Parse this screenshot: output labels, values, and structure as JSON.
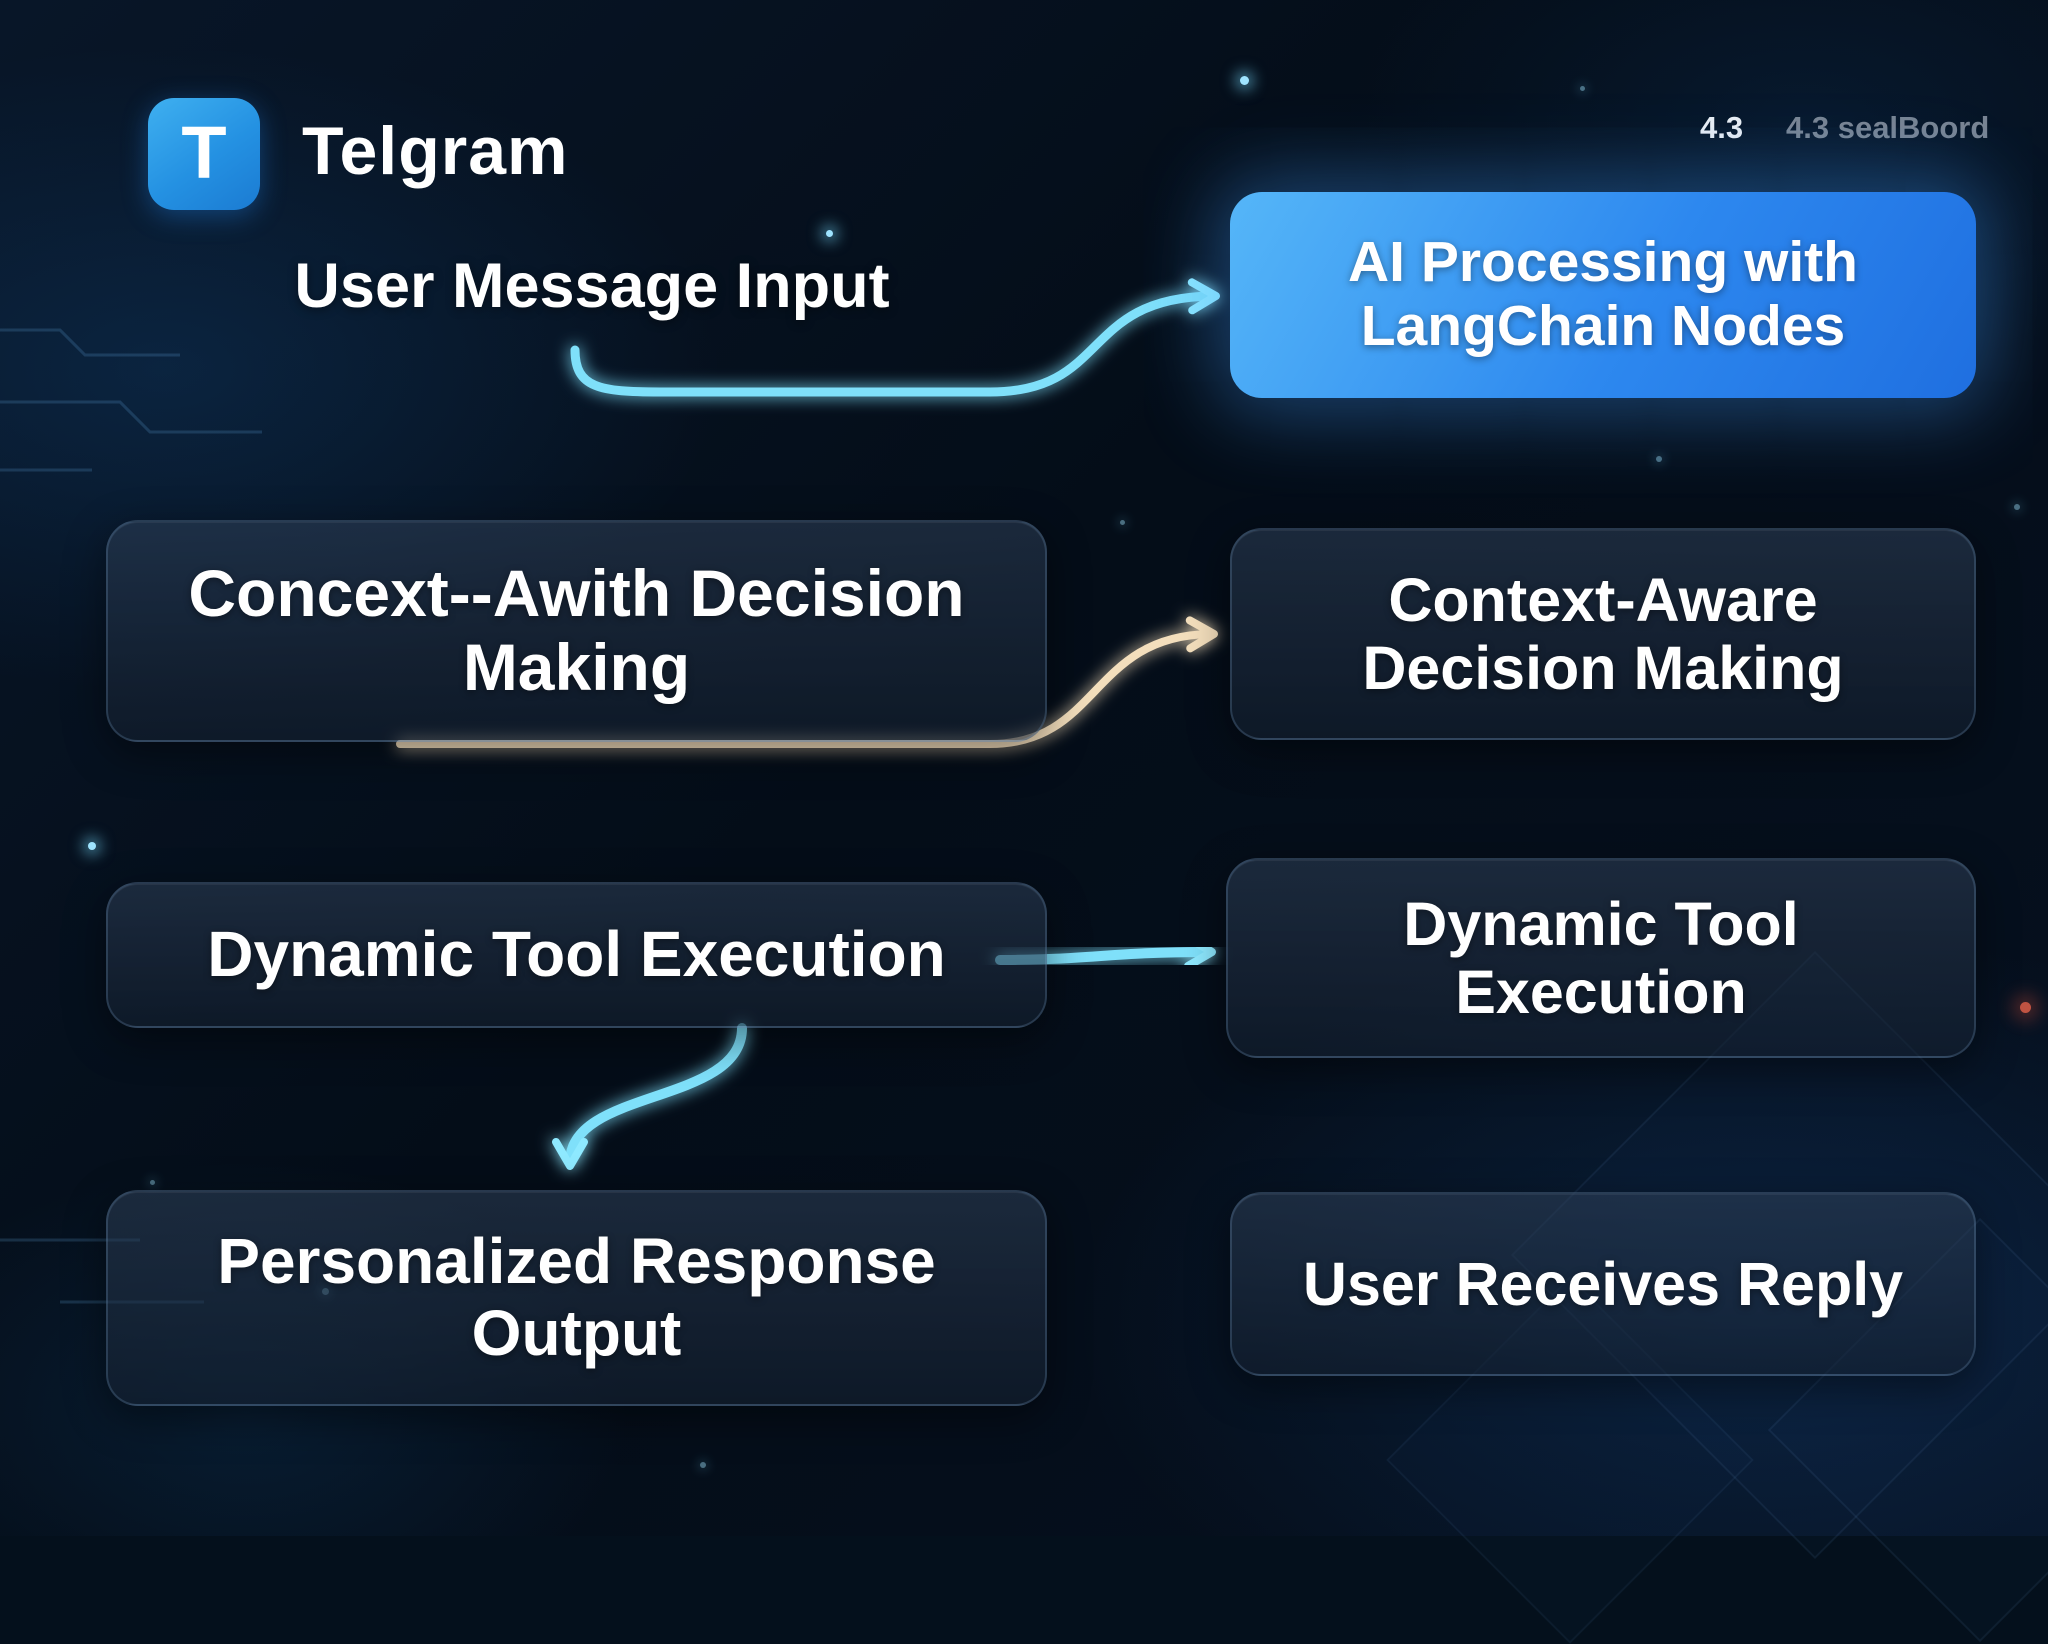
{
  "header": {
    "logo_glyph": "T",
    "app_name": "Telgram",
    "badge_primary": "4.3",
    "badge_secondary": "4.3 sealBoord"
  },
  "flow": {
    "user_message_input": "User Message Input",
    "ai_processing": "AI Processing with LangChain Nodes",
    "context_left": "Concext--Awith Decision Making",
    "context_right": "Context-Aware Decision Making",
    "dynamic_left": "Dynamic Tool Execution",
    "dynamic_right": "Dynamic Tool Execution",
    "output_left": "Personalized Response Output",
    "reply_right": "User Receives Reply"
  },
  "colors": {
    "accent_blue": "#2d88ef",
    "glow_cyan": "#7fe0fa",
    "glow_gold": "#f3debc",
    "arrow_pale": "#b8d9ee",
    "arrow_blue": "#6aaef5",
    "background": "#04101c"
  }
}
